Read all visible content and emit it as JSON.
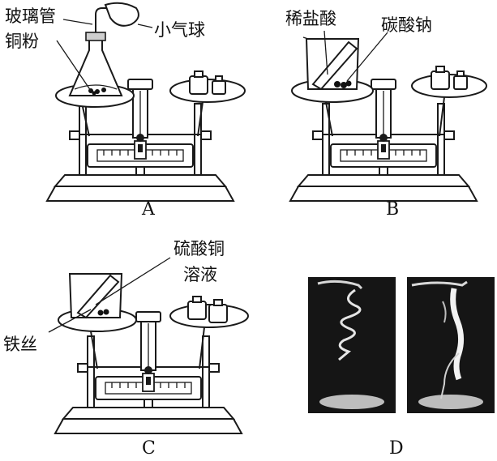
{
  "figure": {
    "panels": [
      {
        "id": "A",
        "caption": "A",
        "labels": {
          "glass_tube": "玻璃管",
          "copper_powder": "铜粉",
          "balloon": "小气球"
        }
      },
      {
        "id": "B",
        "caption": "B",
        "labels": {
          "acid": "稀盐酸",
          "carbonate": "碳酸钠"
        }
      },
      {
        "id": "C",
        "caption": "C",
        "labels": {
          "solution_line1": "硫酸铜",
          "solution_line2": "溶液",
          "wire": "铁丝"
        }
      },
      {
        "id": "D",
        "caption": "D"
      }
    ]
  }
}
